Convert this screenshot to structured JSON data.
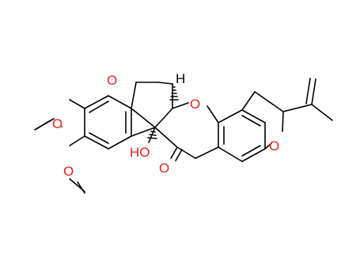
{
  "molecule": {
    "atoms": {
      "o_pyran_top": "O",
      "o_pyran_mid": "O",
      "o_furan": "O",
      "o_ketone": "O",
      "o_methoxy_upper": "O",
      "o_methoxy_lower": "O",
      "oh_o": "HO",
      "h_stereo": "H"
    },
    "colors": {
      "bond": "#000000",
      "heteroatom_oxygen": "#e0231c",
      "hydrogen": "#000000",
      "background": "#ffffff"
    }
  }
}
